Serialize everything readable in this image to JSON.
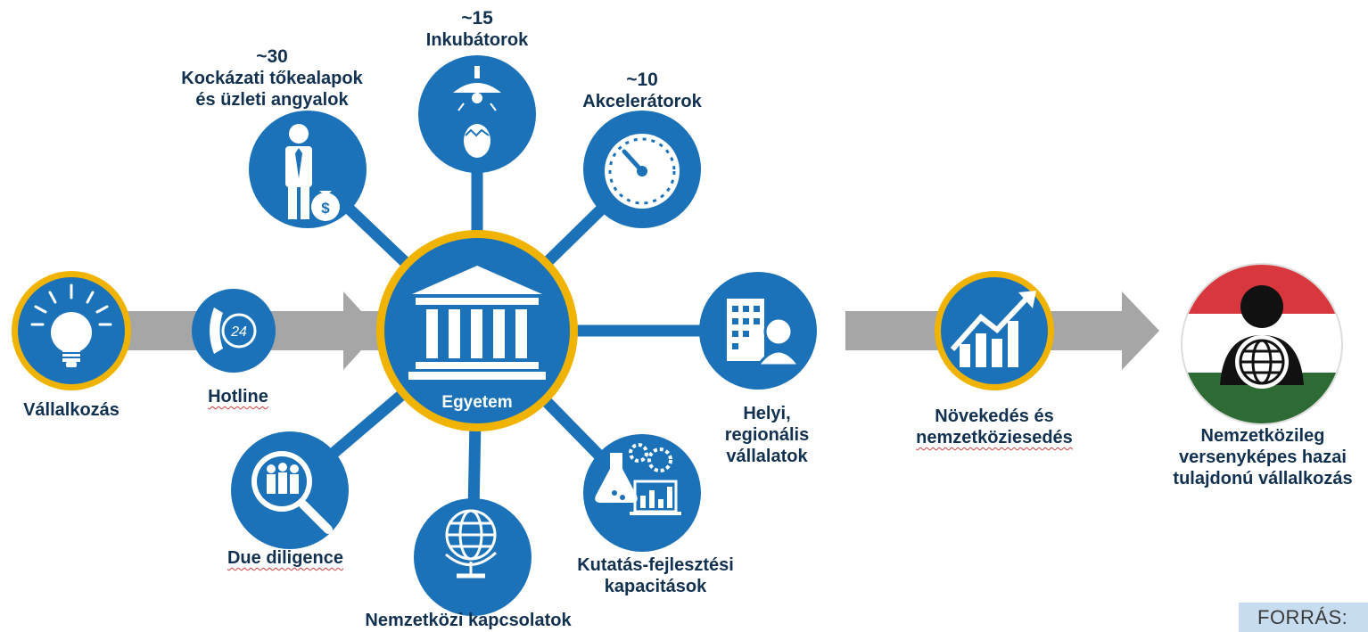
{
  "nodes": {
    "vallalkozas": {
      "label": "Vállalkozás"
    },
    "hotline": {
      "label": "Hotline"
    },
    "egyetem": {
      "label": "Egyetem"
    },
    "kockazati": {
      "count": "~30",
      "line1": "Kockázati tőkealapok",
      "line2": "és üzleti angyalok"
    },
    "inkubatorok": {
      "count": "~15",
      "label": "Inkubátorok"
    },
    "akceleratorok": {
      "count": "~10",
      "label": "Akcelerátorok"
    },
    "helyi": {
      "line1": "Helyi,",
      "line2": "regionális",
      "line3": "vállalatok"
    },
    "kutatas": {
      "line1": "Kutatás-fejlesztési",
      "line2": "kapacitások"
    },
    "nemzetkozi_kapcsolatok": {
      "label": "Nemzetközi kapcsolatok"
    },
    "due_diligence": {
      "label": "Due diligence"
    },
    "novekedes": {
      "line1": "Növekedés és",
      "line2": "nemzetköziesedés"
    },
    "nemzetkozileg": {
      "line1": "Nemzetközileg",
      "line2": "versenyképes hazai",
      "line3": "tulajdonú vállalkozás"
    }
  },
  "source": {
    "label": "FORRÁS:"
  },
  "icons": [
    "lightbulb-icon",
    "phone-24-icon",
    "university-building-icon",
    "businessman-money-bag-icon",
    "lamp-egg-icon",
    "speedometer-icon",
    "office-person-icon",
    "lab-gears-chart-icon",
    "globe-icon",
    "magnifier-people-icon",
    "growth-chart-icon",
    "globe-person-icon"
  ],
  "colors": {
    "circle": "#1c72b8",
    "ring": "#f0b400",
    "connector": "#1c72b8",
    "arrow": "#a6a6a6",
    "text": "#12304f",
    "flag_red": "#d9373e",
    "flag_green": "#2e6b34"
  }
}
